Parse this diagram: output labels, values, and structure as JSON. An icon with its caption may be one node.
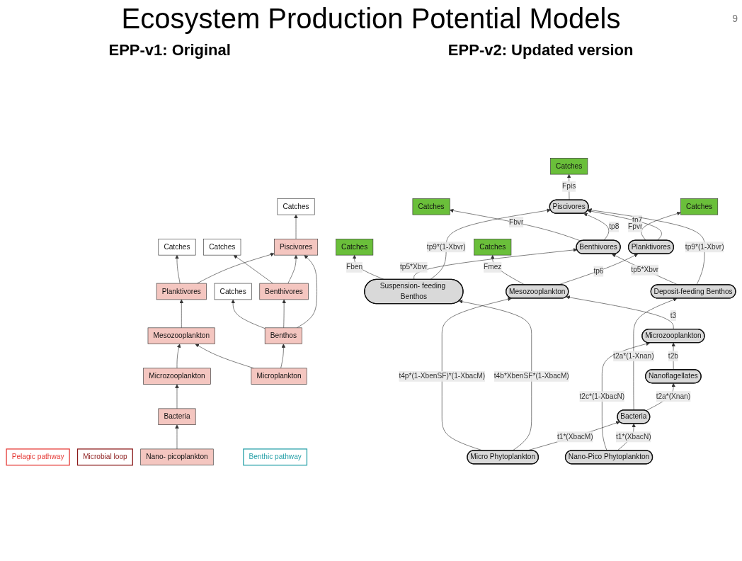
{
  "diagram": {
    "title": "Ecosystem Production Potential Models",
    "nodes": [
      {
        "text": [
          "Pelagic pathway"
        ]
      },
      {
        "text": [
          "Microbial loop"
        ]
      },
      {
        "text": [
          "Piscivores"
        ]
      },
      {
        "text": [
          "Planktivores"
        ]
      },
      {
        "text": [
          "Benthivores"
        ]
      },
      {
        "text": [
          "Benthos"
        ]
      },
      {
        "text": [
          "Mesozooplankton"
        ]
      },
      {
        "text": [
          "Microzooplankton"
        ]
      },
      {
        "text": [
          "Bacteria"
        ]
      },
      {
        "text": [
          "Nano- picoplankton"
        ]
      },
      {
        "text": [
          "Microplankton"
        ]
      },
      {
        "text": [
          "Benthic pathway"
        ]
      },
      {
        "text": [
          "Catches"
        ]
      },
      {
        "text": [
          "Catches"
        ]
      },
      {
        "text": [
          "Catches"
        ]
      },
      {
        "text": [
          "Catches"
        ]
      },
      {
        "text": [
          "Piscivores"
        ]
      },
      {
        "text": [
          "Planktivores"
        ]
      },
      {
        "text": [
          "Benthivores"
        ]
      },
      {
        "text": [
          "Mesozooplankton"
        ]
      },
      {
        "text": [
          "Suspension- feeding Benthos"
        ]
      },
      {
        "text": [
          "Microzooplankton"
        ]
      },
      {
        "text": [
          "Deposit-feeding Benthos"
        ]
      },
      {
        "text": [
          "Nanoflagellates"
        ]
      },
      {
        "text": [
          "Bacteria"
        ]
      },
      {
        "text": [
          "Nano-Pico Phytoplankton"
        ]
      },
      {
        "text": [
          "Micro Phytoplankton"
        ]
      },
      {
        "text": [
          "Catches"
        ]
      },
      {
        "text": [
          "Catches"
        ]
      },
      {
        "text": [
          "Catches"
        ]
      },
      {
        "text": [
          "Catches"
        ]
      },
      {
        "text": [
          "Catches"
        ]
      }
    ],
    "edges": [
      {
        "from": 3,
        "to": 2,
        "arrow": "to"
      },
      {
        "from": 4,
        "to": 2,
        "arrow": "to"
      },
      {
        "from": 5,
        "to": 2,
        "arrow": "to"
      },
      {
        "from": 5,
        "to": 4,
        "arrow": "to"
      },
      {
        "from": 10,
        "to": 5,
        "arrow": "to"
      },
      {
        "from": 10,
        "to": 6,
        "arrow": "to"
      },
      {
        "from": 6,
        "to": 3,
        "arrow": "to"
      },
      {
        "from": 7,
        "to": 6,
        "arrow": "to"
      },
      {
        "from": 8,
        "to": 7,
        "arrow": "to"
      },
      {
        "from": 9,
        "to": 8,
        "arrow": "to"
      },
      {
        "from": 2,
        "to": 12,
        "arrow": "to"
      },
      {
        "from": 3,
        "to": 13,
        "arrow": "to"
      },
      {
        "from": 4,
        "to": 14,
        "arrow": "to"
      },
      {
        "from": 5,
        "to": 15,
        "arrow": "to"
      },
      {
        "from": 17,
        "to": 16,
        "arrow": "to",
        "label": "tp7"
      },
      {
        "from": 19,
        "to": 17,
        "arrow": "to",
        "label": "tp6"
      },
      {
        "from": 21,
        "to": 19,
        "arrow": "to",
        "label": "t3"
      },
      {
        "from": 23,
        "to": 21,
        "arrow": "to",
        "label": "t2b"
      },
      {
        "from": 24,
        "to": 23,
        "arrow": "to",
        "label": "t2a*(Xnan)"
      },
      {
        "from": 25,
        "to": 24,
        "arrow": "to",
        "label": "t1*(XbacN)"
      },
      {
        "from": 25,
        "to": 21,
        "arrow": "to",
        "label": "t2c*(1-XbacN)"
      },
      {
        "from": 26,
        "to": 24,
        "arrow": "to",
        "label": "t1*(XbacM)"
      },
      {
        "from": 24,
        "to": 22,
        "arrow": "to",
        "label": "t2a*(1-Xnan)"
      },
      {
        "from": 26,
        "to": 20,
        "arrow": "to",
        "label": "t4b*XbenSF*(1-XbacM)"
      },
      {
        "from": 26,
        "to": 19,
        "arrow": "to",
        "label": "t4p*(1-XbenSF)*(1-XbacM)"
      },
      {
        "from": 20,
        "to": 16,
        "arrow": "to",
        "label": "tp9*(1-Xbvr)"
      },
      {
        "from": 22,
        "to": 16,
        "arrow": "to",
        "label": "tp9*(1-Xbvr)"
      },
      {
        "from": 18,
        "to": 16,
        "arrow": "to",
        "label": "tp8"
      },
      {
        "from": 20,
        "to": 18,
        "arrow": "to",
        "label": "tp5*Xbvr"
      },
      {
        "from": 22,
        "to": 18,
        "arrow": "to",
        "label": "tp5*Xbvr"
      },
      {
        "from": 16,
        "to": 27,
        "arrow": "to",
        "label": "Fpis"
      },
      {
        "from": 17,
        "to": 28,
        "arrow": "to",
        "label": "Fpvr"
      },
      {
        "from": 18,
        "to": 29,
        "arrow": "to",
        "label": "Fbvr"
      },
      {
        "from": 20,
        "to": 30,
        "arrow": "to",
        "label": "Fben"
      },
      {
        "from": 19,
        "to": 31,
        "arrow": "to",
        "label": "Fmez"
      }
    ],
    "labels": [
      "9",
      "EPP-v1: Original",
      "EPP-v2: Updated version"
    ]
  }
}
